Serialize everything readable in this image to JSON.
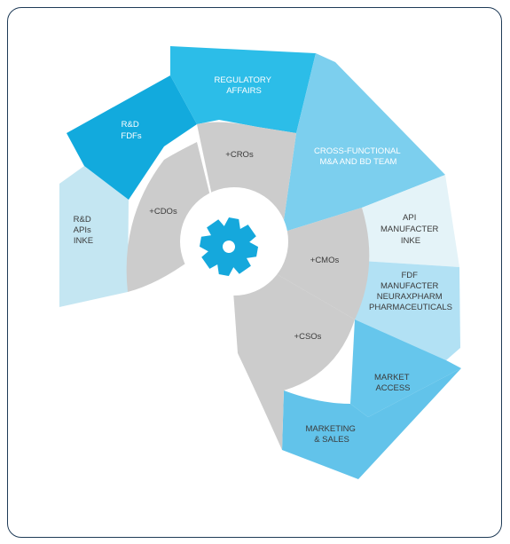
{
  "center": {
    "icon": "gear-icon",
    "icon_color": "#15a8dc"
  },
  "hubs": [
    {
      "key": "cdos",
      "label": "+CDOs"
    },
    {
      "key": "cros",
      "label": "+CROs"
    },
    {
      "key": "cmos",
      "label": "+CMOs"
    },
    {
      "key": "csos",
      "label": "+CSOs"
    }
  ],
  "petals": [
    {
      "key": "rd-apis",
      "lines": [
        "R&D",
        "APIs",
        "INKE"
      ],
      "color": "#c4e6f2",
      "text_color": "#3a3a3a"
    },
    {
      "key": "rd-fdfs",
      "lines": [
        "R&D",
        "FDFs"
      ],
      "color": "#12aadd",
      "text_color": "#ffffff"
    },
    {
      "key": "regulatory-affairs",
      "lines": [
        "REGULATORY",
        "AFFAIRS"
      ],
      "color": "#2cbde8",
      "text_color": "#ffffff"
    },
    {
      "key": "cross-functional",
      "lines": [
        "CROSS-FUNCTIONAL",
        "M&A AND BD TEAM"
      ],
      "color": "#7ccfee",
      "text_color": "#ffffff"
    },
    {
      "key": "api-manufacter",
      "lines": [
        "API",
        "MANUFACTER",
        "INKE"
      ],
      "color": "#e4f3f8",
      "text_color": "#3a3a3a"
    },
    {
      "key": "fdf-manufacter",
      "lines": [
        "FDF",
        "MANUFACTER",
        "NEURAXPHARM",
        "PHARMACEUTICALS"
      ],
      "color": "#b2e1f4",
      "text_color": "#3a3a3a"
    },
    {
      "key": "market-access",
      "lines": [
        "MARKET",
        "ACCESS"
      ],
      "color": "#66c6ec",
      "text_color": "#3a3a3a"
    },
    {
      "key": "marketing-sales",
      "lines": [
        "MARKETING",
        "& SALES"
      ],
      "color": "#62c3ea",
      "text_color": "#3a3a3a"
    }
  ],
  "colors": {
    "hub_grey": "#cccccc",
    "hub_text": "#3a3a3a",
    "border": "#1f3b57"
  }
}
